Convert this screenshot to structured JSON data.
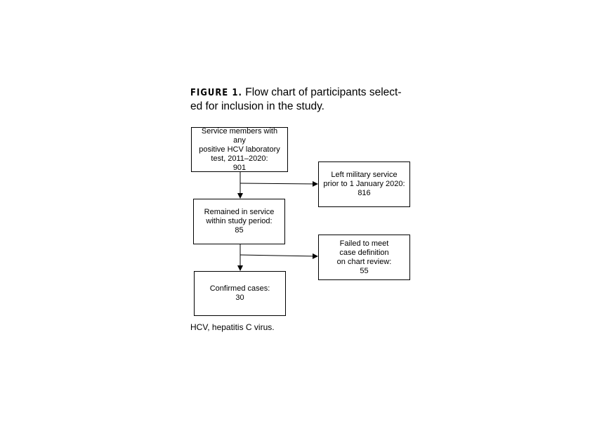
{
  "caption": {
    "label": "FIGURE 1.",
    "text": "Flow chart of participants select-\ned for inclusion in the study."
  },
  "boxes": {
    "start": "Service members with any\npositive HCV laboratory\ntest, 2011–2020:\n901",
    "left_service": "Left military service\nprior to 1 January 2020:\n816",
    "remained": "Remained in service\nwithin study period:\n85",
    "failed": "Failed to meet\ncase definition\non chart review:\n55",
    "confirmed": "Confirmed cases:\n30"
  },
  "footnote": "HCV, hepatitis C virus."
}
